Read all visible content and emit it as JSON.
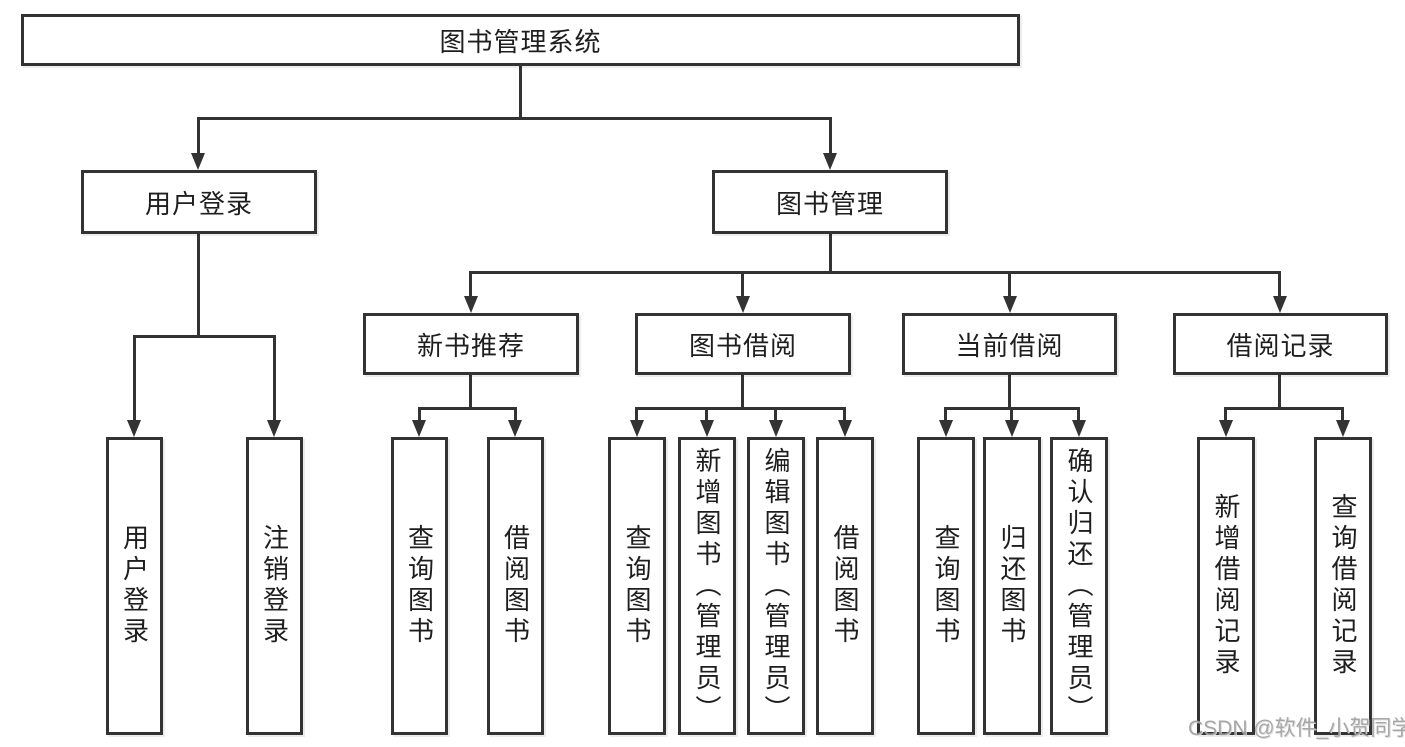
{
  "root": {
    "label": "图书管理系统"
  },
  "level2": {
    "user_login": {
      "label": "用户登录"
    },
    "book_mgmt": {
      "label": "图书管理"
    }
  },
  "level3": {
    "new_books": {
      "label": "新书推荐"
    },
    "borrowing": {
      "label": "图书借阅"
    },
    "current": {
      "label": "当前借阅"
    },
    "records": {
      "label": "借阅记录"
    }
  },
  "leaves": {
    "user_login": [
      "用户登录",
      "注销登录"
    ],
    "new_books": [
      "查询图书",
      "借阅图书"
    ],
    "borrowing": [
      "查询图书",
      "新增图书（管理员）",
      "编辑图书（管理员）",
      "借阅图书"
    ],
    "current": [
      "查询图书",
      "归还图书",
      "确认归还（管理员）"
    ],
    "records": [
      "新增借阅记录",
      "查询借阅记录"
    ]
  },
  "watermark": "CSDN @软件_小贺同学",
  "colors": {
    "line": "#333333",
    "box_border": "#333333",
    "box_fill": "#ffffff",
    "text": "#1e1e1e",
    "watermark": "#9e9e9e"
  }
}
